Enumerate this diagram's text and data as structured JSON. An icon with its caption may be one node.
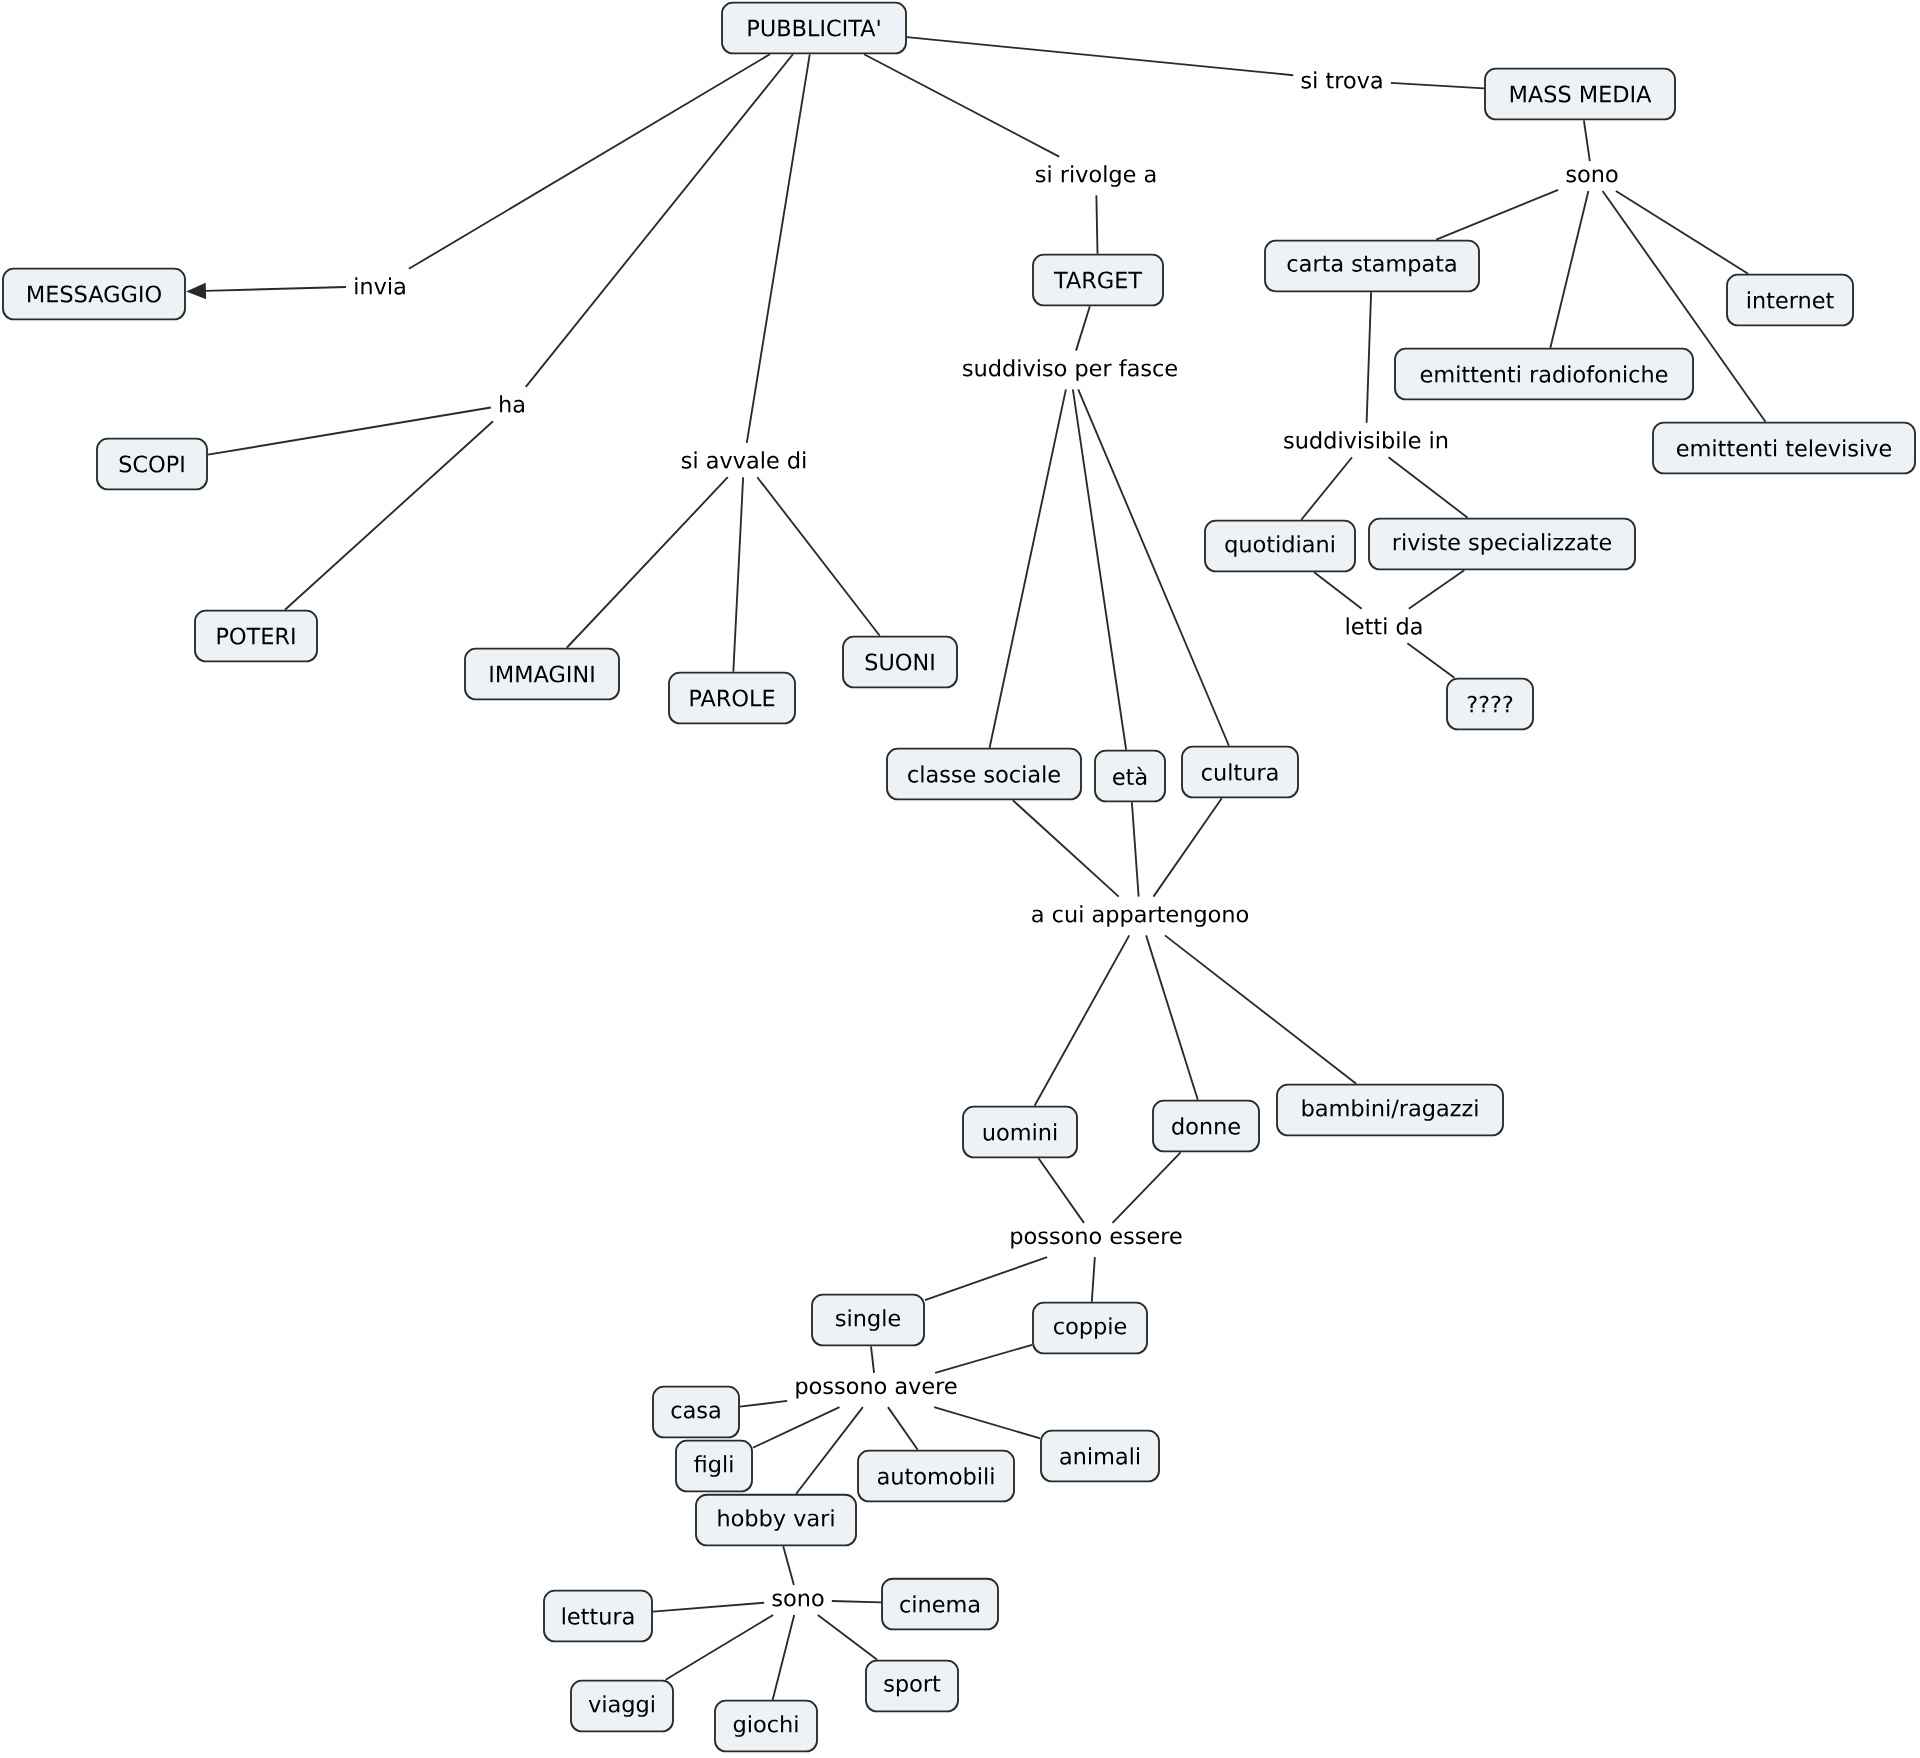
{
  "diagram": {
    "nodes": [
      {
        "text": [
          "PUBBLICITA'"
        ]
      },
      {
        "text": [
          "si trova"
        ]
      },
      {
        "text": [
          "MASS MEDIA"
        ]
      },
      {
        "text": [
          "sono"
        ]
      },
      {
        "text": [
          "carta stampata"
        ]
      },
      {
        "text": [
          "internet"
        ]
      },
      {
        "text": [
          "emittenti radiofoniche"
        ]
      },
      {
        "text": [
          "emittenti televisive"
        ]
      },
      {
        "text": [
          "suddivisibile in"
        ]
      },
      {
        "text": [
          "quotidiani"
        ]
      },
      {
        "text": [
          "riviste specializzate"
        ]
      },
      {
        "text": [
          "letti da"
        ]
      },
      {
        "text": [
          "????"
        ]
      },
      {
        "text": [
          "invia"
        ]
      },
      {
        "text": [
          "MESSAGGIO"
        ]
      },
      {
        "text": [
          "ha"
        ]
      },
      {
        "text": [
          "SCOPI"
        ]
      },
      {
        "text": [
          "POTERI"
        ]
      },
      {
        "text": [
          "si avvale di"
        ]
      },
      {
        "text": [
          "IMMAGINI"
        ]
      },
      {
        "text": [
          "PAROLE"
        ]
      },
      {
        "text": [
          "SUONI"
        ]
      },
      {
        "text": [
          "si rivolge a"
        ]
      },
      {
        "text": [
          "TARGET"
        ]
      },
      {
        "text": [
          "suddiviso per fasce"
        ]
      },
      {
        "text": [
          "classe sociale"
        ]
      },
      {
        "text": [
          "età"
        ]
      },
      {
        "text": [
          "cultura"
        ]
      },
      {
        "text": [
          "a cui appartengono"
        ]
      },
      {
        "text": [
          "uomini"
        ]
      },
      {
        "text": [
          "donne"
        ]
      },
      {
        "text": [
          "bambini/ragazzi"
        ]
      },
      {
        "text": [
          "possono essere"
        ]
      },
      {
        "text": [
          "single"
        ]
      },
      {
        "text": [
          "coppie"
        ]
      },
      {
        "text": [
          "possono avere"
        ]
      },
      {
        "text": [
          "casa"
        ]
      },
      {
        "text": [
          "figli"
        ]
      },
      {
        "text": [
          "automobili"
        ]
      },
      {
        "text": [
          "animali"
        ]
      },
      {
        "text": [
          "hobby vari"
        ]
      },
      {
        "text": [
          "sono"
        ]
      },
      {
        "text": [
          "lettura"
        ]
      },
      {
        "text": [
          "cinema"
        ]
      },
      {
        "text": [
          "viaggi"
        ]
      },
      {
        "text": [
          "giochi"
        ]
      },
      {
        "text": [
          "sport"
        ]
      }
    ],
    "edges": [
      {
        "from": 0,
        "to": 1,
        "arrow": "none"
      },
      {
        "from": 1,
        "to": 2,
        "arrow": "none"
      },
      {
        "from": 2,
        "to": 3,
        "arrow": "none"
      },
      {
        "from": 3,
        "to": 4,
        "arrow": "none"
      },
      {
        "from": 3,
        "to": 5,
        "arrow": "none"
      },
      {
        "from": 3,
        "to": 6,
        "arrow": "none"
      },
      {
        "from": 3,
        "to": 7,
        "arrow": "none"
      },
      {
        "from": 4,
        "to": 8,
        "arrow": "none"
      },
      {
        "from": 8,
        "to": 9,
        "arrow": "none"
      },
      {
        "from": 8,
        "to": 10,
        "arrow": "none"
      },
      {
        "from": 9,
        "to": 11,
        "arrow": "none"
      },
      {
        "from": 10,
        "to": 11,
        "arrow": "none"
      },
      {
        "from": 11,
        "to": 12,
        "arrow": "none"
      },
      {
        "from": 0,
        "to": 13,
        "arrow": "none"
      },
      {
        "from": 13,
        "to": 14,
        "arrow": "to"
      },
      {
        "from": 0,
        "to": 15,
        "arrow": "none"
      },
      {
        "from": 15,
        "to": 16,
        "arrow": "none"
      },
      {
        "from": 15,
        "to": 17,
        "arrow": "none"
      },
      {
        "from": 0,
        "to": 18,
        "arrow": "none"
      },
      {
        "from": 18,
        "to": 19,
        "arrow": "none"
      },
      {
        "from": 18,
        "to": 20,
        "arrow": "none"
      },
      {
        "from": 18,
        "to": 21,
        "arrow": "none"
      },
      {
        "from": 0,
        "to": 22,
        "arrow": "none"
      },
      {
        "from": 22,
        "to": 23,
        "arrow": "none"
      },
      {
        "from": 23,
        "to": 24,
        "arrow": "none"
      },
      {
        "from": 24,
        "to": 25,
        "arrow": "none"
      },
      {
        "from": 24,
        "to": 26,
        "arrow": "none"
      },
      {
        "from": 24,
        "to": 27,
        "arrow": "none"
      },
      {
        "from": 25,
        "to": 28,
        "arrow": "none"
      },
      {
        "from": 26,
        "to": 28,
        "arrow": "none"
      },
      {
        "from": 27,
        "to": 28,
        "arrow": "none"
      },
      {
        "from": 28,
        "to": 29,
        "arrow": "none"
      },
      {
        "from": 28,
        "to": 30,
        "arrow": "none"
      },
      {
        "from": 28,
        "to": 31,
        "arrow": "none"
      },
      {
        "from": 29,
        "to": 32,
        "arrow": "none"
      },
      {
        "from": 30,
        "to": 32,
        "arrow": "none"
      },
      {
        "from": 32,
        "to": 33,
        "arrow": "none"
      },
      {
        "from": 32,
        "to": 34,
        "arrow": "none"
      },
      {
        "from": 33,
        "to": 35,
        "arrow": "none"
      },
      {
        "from": 34,
        "to": 35,
        "arrow": "none"
      },
      {
        "from": 35,
        "to": 36,
        "arrow": "none"
      },
      {
        "from": 35,
        "to": 37,
        "arrow": "none"
      },
      {
        "from": 35,
        "to": 38,
        "arrow": "none"
      },
      {
        "from": 35,
        "to": 39,
        "arrow": "none"
      },
      {
        "from": 35,
        "to": 40,
        "arrow": "none"
      },
      {
        "from": 40,
        "to": 41,
        "arrow": "none"
      },
      {
        "from": 41,
        "to": 42,
        "arrow": "none"
      },
      {
        "from": 41,
        "to": 43,
        "arrow": "none"
      },
      {
        "from": 41,
        "to": 44,
        "arrow": "none"
      },
      {
        "from": 41,
        "to": 45,
        "arrow": "none"
      },
      {
        "from": 41,
        "to": 46,
        "arrow": "none"
      }
    ]
  }
}
